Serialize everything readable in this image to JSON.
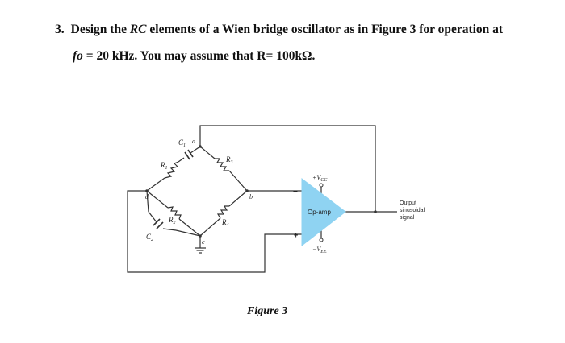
{
  "question": {
    "number": "3.",
    "line1_a": "Design the ",
    "line1_b": "RC",
    "line1_c": " elements of a Wien bridge oscillator as in Figure 3 for operation at",
    "line2_a": "fo",
    "line2_b": " = 20 kHz. You may assume that R= 100kΩ."
  },
  "figure": {
    "caption": "Figure 3",
    "labels": {
      "c1": "C",
      "c1_sub": "1",
      "node_a": "a",
      "r1": "R",
      "r1_sub": "1",
      "r3": "R",
      "r3_sub": "3",
      "node_d": "d",
      "node_b": "b",
      "r2": "R",
      "r2_sub": "2",
      "r4": "R",
      "r4_sub": "4",
      "c2": "C",
      "c2_sub": "2",
      "node_c": "c",
      "vcc": "+V",
      "vcc_sub": "CC",
      "vee": "−V",
      "vee_sub": "EE",
      "opamp": "Op-amp",
      "minus": "−",
      "plus": "+",
      "output_1": "Output",
      "output_2": "sinusoidal",
      "output_3": "signal"
    },
    "colors": {
      "opamp_fill": "#8fd3f2",
      "wire": "#333333"
    }
  }
}
